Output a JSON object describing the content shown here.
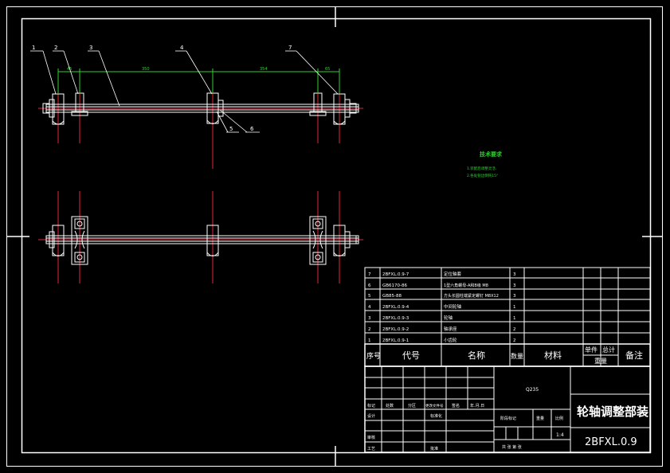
{
  "drawing": {
    "title": "轮轴调整部装",
    "code": "2BFXL.0.9",
    "material": "Q235",
    "scale": "1:4"
  },
  "technical_requirements": {
    "heading": "技术要求",
    "items": [
      "1.装配后调整灵活.",
      "2.各处锐边倒钝15°"
    ]
  },
  "balloons": [
    "1",
    "2",
    "3",
    "4",
    "5",
    "6",
    "7"
  ],
  "dimensions": [
    "45",
    "350",
    "354",
    "65"
  ],
  "bom": {
    "headers": {
      "no": "序号",
      "code": "代号",
      "name": "名称",
      "qty": "数量",
      "material": "材料",
      "unit_weight": "单件",
      "total_weight": "总计",
      "weight": "重量",
      "remark": "备注"
    },
    "rows": [
      {
        "no": "7",
        "code": "2BFXL.0.9-7",
        "name": "定位轴套",
        "qty": "3"
      },
      {
        "no": "6",
        "code": "GB6170-86",
        "name": "1型六角螺母-A和B级 M8",
        "qty": "3"
      },
      {
        "no": "5",
        "code": "GB85-88",
        "name": "方头长圆柱端紧定螺钉 M8X12",
        "qty": "3"
      },
      {
        "no": "4",
        "code": "2BFXL.0.9-4",
        "name": "中间轮轴",
        "qty": "1"
      },
      {
        "no": "3",
        "code": "2BFXL.0.9-3",
        "name": "轮轴",
        "qty": "1"
      },
      {
        "no": "2",
        "code": "2BFXL.0.9-2",
        "name": "轴承座",
        "qty": "2"
      },
      {
        "no": "1",
        "code": "2BFXL.0.9-1",
        "name": "小齿轮",
        "qty": "2"
      }
    ]
  },
  "title_block": {
    "rev_headers": [
      "标记",
      "处数",
      "分区",
      "更改文件号",
      "签名",
      "年.月.日"
    ],
    "design": "设计",
    "standardize": "标准化",
    "stage_mark": "阶段标记",
    "weight": "重量",
    "scale_label": "比例",
    "review": "审核",
    "process": "工艺",
    "approve": "批准",
    "sheets": "共 张 第 张"
  }
}
